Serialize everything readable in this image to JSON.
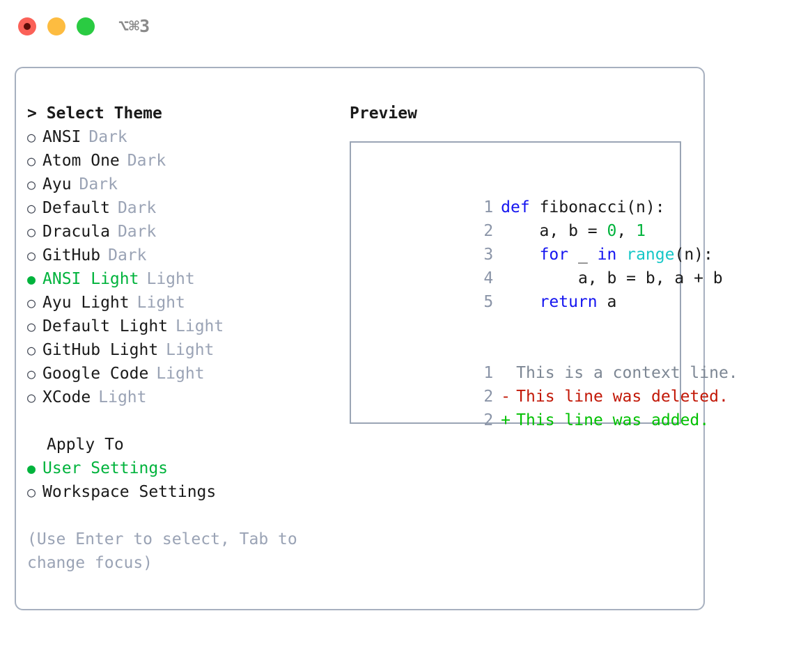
{
  "titlebar": {
    "shortcut": "⌥⌘3",
    "lights": [
      {
        "name": "close-button",
        "color": "#FB6158"
      },
      {
        "name": "minimize-button",
        "color": "#FDBC40"
      },
      {
        "name": "maximize-button",
        "color": "#2ACB42"
      }
    ]
  },
  "theme_picker": {
    "title": "> Select Theme",
    "caret": ">",
    "selected_bullet": "●",
    "unselected_bullet": "○",
    "items": [
      {
        "bullet": "○",
        "name": "ANSI",
        "variant": "Dark",
        "selected": false
      },
      {
        "bullet": "○",
        "name": "Atom One",
        "variant": "Dark",
        "selected": false
      },
      {
        "bullet": "○",
        "name": "Ayu",
        "variant": "Dark",
        "selected": false
      },
      {
        "bullet": "○",
        "name": "Default",
        "variant": "Dark",
        "selected": false
      },
      {
        "bullet": "○",
        "name": "Dracula",
        "variant": "Dark",
        "selected": false
      },
      {
        "bullet": "○",
        "name": "GitHub",
        "variant": "Dark",
        "selected": false
      },
      {
        "bullet": "●",
        "name": "ANSI Light",
        "variant": "Light",
        "selected": true
      },
      {
        "bullet": "○",
        "name": "Ayu Light",
        "variant": "Light",
        "selected": false
      },
      {
        "bullet": "○",
        "name": "Default Light",
        "variant": "Light",
        "selected": false
      },
      {
        "bullet": "○",
        "name": "GitHub Light",
        "variant": "Light",
        "selected": false
      },
      {
        "bullet": "○",
        "name": "Google Code",
        "variant": "Light",
        "selected": false
      },
      {
        "bullet": "○",
        "name": "XCode",
        "variant": "Light",
        "selected": false
      }
    ]
  },
  "apply_to": {
    "header": "Apply To",
    "items": [
      {
        "bullet": "●",
        "label": "User Settings",
        "selected": true
      },
      {
        "bullet": "○",
        "label": "Workspace Settings",
        "selected": false
      }
    ]
  },
  "hint": "(Use Enter to select, Tab to change focus)",
  "preview": {
    "title": "Preview",
    "code_lines": [
      {
        "num": "1",
        "tokens": [
          {
            "t": "def",
            "c": "kw"
          },
          {
            "t": " fibonacci(n):",
            "c": "id"
          }
        ]
      },
      {
        "num": "2",
        "tokens": [
          {
            "t": "    a, b = ",
            "c": "id"
          },
          {
            "t": "0",
            "c": "num"
          },
          {
            "t": ", ",
            "c": "id"
          },
          {
            "t": "1",
            "c": "num"
          }
        ]
      },
      {
        "num": "3",
        "tokens": [
          {
            "t": "    ",
            "c": "id"
          },
          {
            "t": "for",
            "c": "kw"
          },
          {
            "t": " _ ",
            "c": "id"
          },
          {
            "t": "in",
            "c": "kw"
          },
          {
            "t": " ",
            "c": "id"
          },
          {
            "t": "range",
            "c": "fn"
          },
          {
            "t": "(n):",
            "c": "id"
          }
        ]
      },
      {
        "num": "4",
        "tokens": [
          {
            "t": "        a, b = b, a + b",
            "c": "id"
          }
        ]
      },
      {
        "num": "5",
        "tokens": [
          {
            "t": "    ",
            "c": "id"
          },
          {
            "t": "return",
            "c": "kw"
          },
          {
            "t": " a",
            "c": "id"
          }
        ]
      }
    ],
    "diff_lines": [
      {
        "num": "1",
        "marker": " ",
        "text": "This is a context line.",
        "kind": "ctx"
      },
      {
        "num": "2",
        "marker": "-",
        "text": "This line was deleted.",
        "kind": "del"
      },
      {
        "num": "2",
        "marker": "+",
        "text": "This line was added.",
        "kind": "add"
      }
    ]
  },
  "colors": {
    "accent_green": "#00b33c",
    "keyword_blue": "#1515f0",
    "builtin_cyan": "#16c7c7",
    "diff_add": "#00c000",
    "diff_del": "#c21807",
    "muted": "#9aa3b5",
    "border": "#a7b0bf"
  }
}
